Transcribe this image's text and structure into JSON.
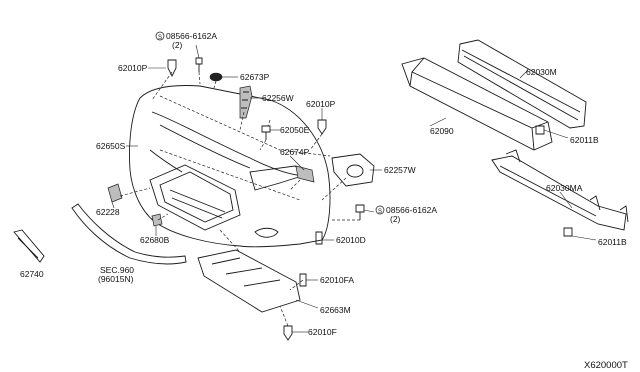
{
  "diagram_id": "X620000T",
  "labels": {
    "bolt_top": "08566-6162A",
    "bolt_top_qty": "(2)",
    "clip_top_left": "62010P",
    "cap_top": "62673P",
    "bracket_center": "62256W",
    "clip_center": "62010P",
    "bolt_center": "62050E",
    "fascia": "62650S",
    "grommet": "62674P",
    "fog_finisher": "62257W",
    "bolt_right": "08566-6162A",
    "bolt_right_qty": "(2)",
    "clip_lower_center": "62010D",
    "side_bracket": "62228",
    "retainer": "62680B",
    "spoiler_note": "SEC.960",
    "spoiler_note2": "(96015N)",
    "license_bracket": "62740",
    "clip_fa": "62010FA",
    "undercover": "62663M",
    "clip_f": "62010F",
    "reinforcement": "62030M",
    "absorber": "62090",
    "bolt_reinf": "62011B",
    "lower_reinf": "62030MA",
    "bolt_lower_reinf": "62011B"
  }
}
